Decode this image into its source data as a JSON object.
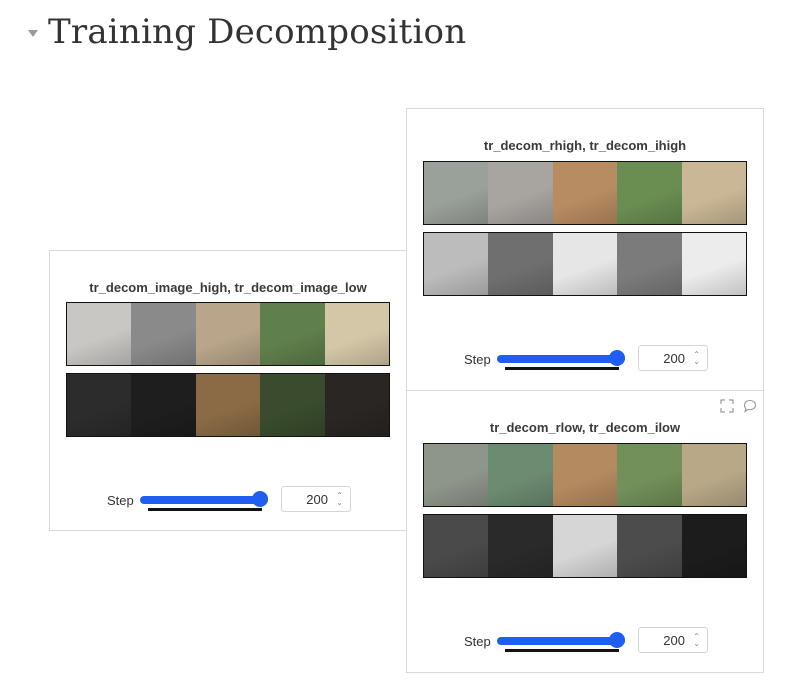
{
  "section": {
    "title": "Training Decomposition"
  },
  "panels": [
    {
      "title": "tr_decom_image_high, tr_decom_image_low",
      "step_label": "Step",
      "step_value": "200",
      "slider_fraction": 1.0,
      "strips": [
        [
          "#c9c7c4",
          "#8a8a8a",
          "#b8a58a",
          "#5f7f4c",
          "#d4c7a8"
        ],
        [
          "#2c2c2c",
          "#1e1e1e",
          "#8a6b45",
          "#3a4c2d",
          "#2a2623"
        ]
      ]
    },
    {
      "title": "tr_decom_rhigh, tr_decom_ihigh",
      "step_label": "Step",
      "step_value": "200",
      "slider_fraction": 1.0,
      "strips": [
        [
          "#9aa09a",
          "#a8a4a0",
          "#b88c62",
          "#6a8e52",
          "#cab795"
        ],
        [
          "#bcbcbc",
          "#6f6f6f",
          "#e6e6e6",
          "#7b7b7b",
          "#ececec"
        ]
      ]
    },
    {
      "title": "tr_decom_rlow, tr_decom_ilow",
      "step_label": "Step",
      "step_value": "200",
      "slider_fraction": 1.0,
      "strips": [
        [
          "#8e958a",
          "#6c8c72",
          "#b48a60",
          "#72905a",
          "#b8a888"
        ],
        [
          "#4a4a4a",
          "#2a2a2a",
          "#d6d6d6",
          "#4c4c4c",
          "#1c1c1c"
        ]
      ]
    }
  ],
  "icons": [
    "expand-icon",
    "comment-icon"
  ],
  "colors": {
    "accent": "#1f5ef0",
    "border": "#d9d9d9",
    "text": "#333333"
  }
}
